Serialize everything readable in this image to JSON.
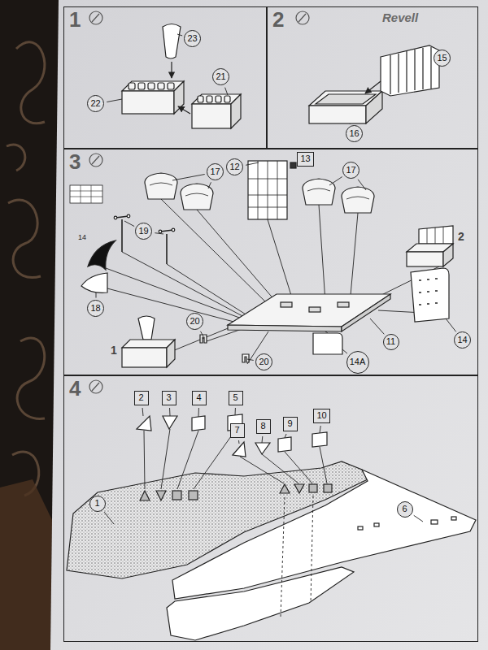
{
  "diagram": {
    "nodes": [
      {
        "text": [
          "1"
        ]
      },
      {
        "text": [
          "23"
        ],
        "in": 0
      },
      {
        "text": [
          "21"
        ],
        "in": 0
      },
      {
        "text": [
          "22"
        ],
        "in": 0
      },
      {
        "text": [
          "2"
        ]
      },
      {
        "text": [
          "15"
        ],
        "in": 4
      },
      {
        "text": [
          "16"
        ],
        "in": 4
      },
      {
        "text": [
          "3"
        ]
      },
      {
        "text": [
          "17"
        ],
        "in": 7
      },
      {
        "text": [
          "12"
        ],
        "in": 7
      },
      {
        "text": [
          "13"
        ],
        "in": 7
      },
      {
        "text": [
          "17"
        ],
        "in": 7
      },
      {
        "text": [
          "19"
        ],
        "in": 7
      },
      {
        "text": [
          "18"
        ],
        "in": 7
      },
      {
        "text": [
          "14"
        ],
        "in": 7
      },
      {
        "text": [
          "11"
        ],
        "in": 7
      },
      {
        "text": [
          "14A"
        ],
        "in": 7
      },
      {
        "text": [
          "20"
        ],
        "in": 7
      },
      {
        "text": [
          "20"
        ],
        "in": 7
      },
      {
        "text": [
          "4"
        ]
      },
      {
        "text": [
          "2"
        ],
        "in": 19
      },
      {
        "text": [
          "3"
        ],
        "in": 19
      },
      {
        "text": [
          "4"
        ],
        "in": 19
      },
      {
        "text": [
          "5"
        ],
        "in": 19
      },
      {
        "text": [
          "7"
        ],
        "in": 19
      },
      {
        "text": [
          "8"
        ],
        "in": 19
      },
      {
        "text": [
          "9"
        ],
        "in": 19
      },
      {
        "text": [
          "10"
        ],
        "in": 19
      },
      {
        "text": [
          "1"
        ],
        "in": 19
      },
      {
        "text": [
          "6"
        ],
        "in": 19
      }
    ],
    "labels": [
      "Revell",
      "14",
      "2",
      "1"
    ]
  }
}
